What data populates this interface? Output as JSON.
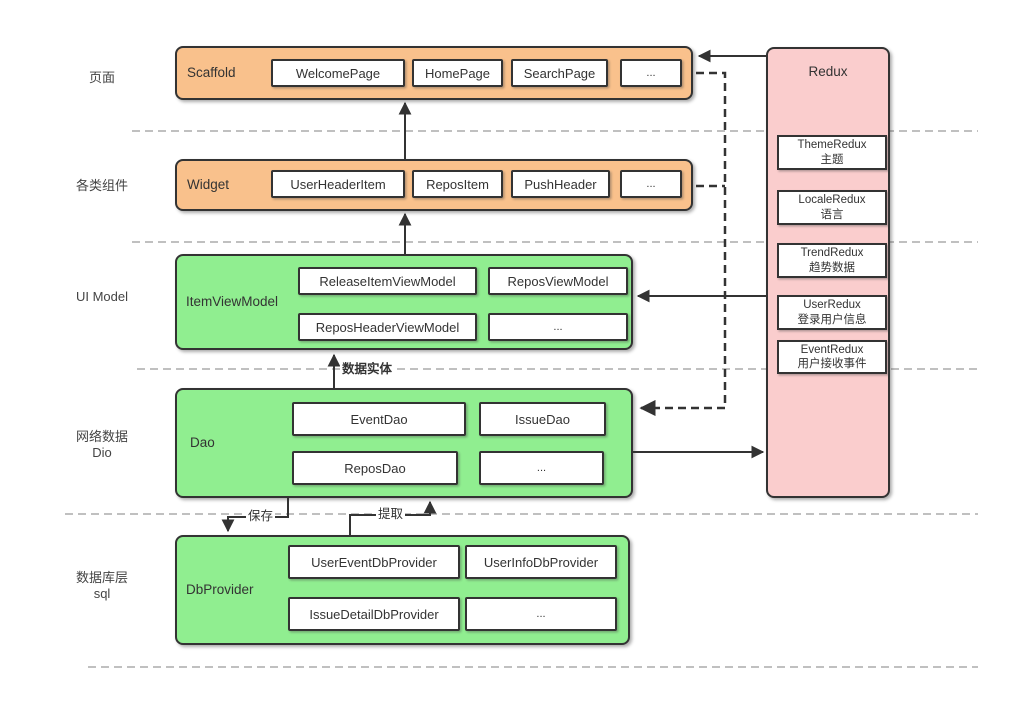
{
  "colors": {
    "layer_orange": "#F9C18C",
    "layer_green": "#90EE90",
    "redux_pink": "#FACDCD",
    "line": "#333333",
    "separator": "#ABABAB"
  },
  "side_labels": {
    "pages": "页面",
    "components": "各类组件",
    "ui_model": "UI Model",
    "network_line1": "网络数据",
    "network_line2": "Dio",
    "database_line1": "数据库层",
    "database_line2": "sql"
  },
  "scaffold": {
    "title": "Scaffold",
    "items": [
      "WelcomePage",
      "HomePage",
      "SearchPage",
      "..."
    ]
  },
  "widget": {
    "title": "Widget",
    "items": [
      "UserHeaderItem",
      "ReposItem",
      "PushHeader",
      "..."
    ]
  },
  "item_view_model": {
    "title": "ItemViewModel",
    "items": [
      "ReleaseItemViewModel",
      "ReposViewModel",
      "ReposHeaderViewModel",
      "..."
    ]
  },
  "dao": {
    "title": "Dao",
    "items": [
      "EventDao",
      "IssueDao",
      "ReposDao",
      "..."
    ]
  },
  "db_provider": {
    "title": "DbProvider",
    "items": [
      "UserEventDbProvider",
      "UserInfoDbProvider",
      "IssueDetailDbProvider",
      "..."
    ]
  },
  "redux": {
    "title": "Redux",
    "items": [
      {
        "name": "ThemeRedux",
        "desc": "主题"
      },
      {
        "name": "LocaleRedux",
        "desc": "语言"
      },
      {
        "name": "TrendRedux",
        "desc": "趋势数据"
      },
      {
        "name": "UserRedux",
        "desc": "登录用户信息"
      },
      {
        "name": "EventRedux",
        "desc": "用户接收事件"
      }
    ]
  },
  "edge_labels": {
    "data_entity": "数据实体",
    "save": "保存",
    "fetch": "提取"
  }
}
